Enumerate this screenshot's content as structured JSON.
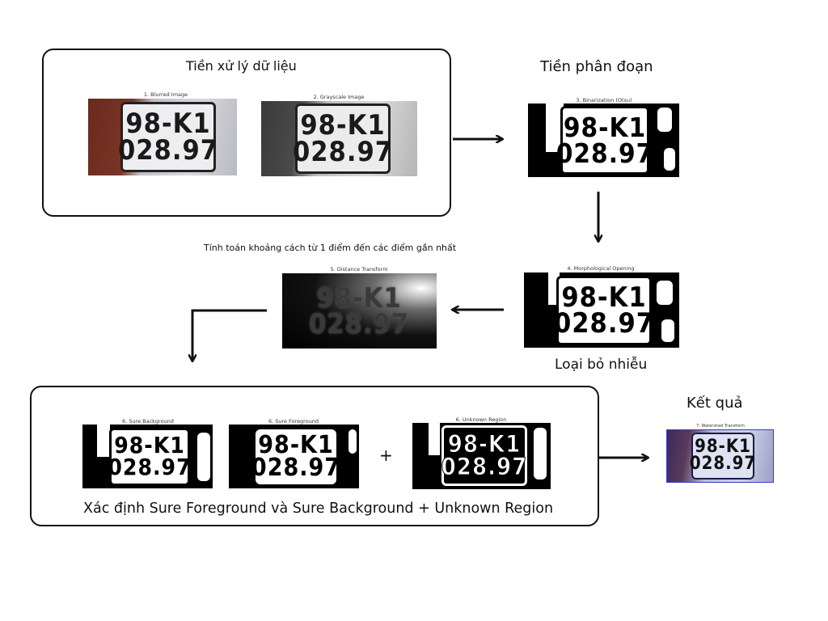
{
  "title_preprocess": "Tiền xử lý dữ liệu",
  "title_presegment": "Tiền phân đoạn",
  "label_distance": "Tính toán khoảng cách từ 1 điểm đến các điểm gần nhất",
  "label_noise": "Loại bỏ nhiễu",
  "label_result": "Kết quả",
  "label_sure": "Xác định Sure Foreground và Sure Background + Unknown Region",
  "plus_sign": "+",
  "plate": {
    "line1": "98-K1",
    "line2": "028.97"
  },
  "captions": {
    "blurred": "1. Blurred Image",
    "grayscale": "2. Grayscale Image",
    "binarization": "3. Binarization (Otsu)",
    "opening": "4. Morphological Opening",
    "distance": "5. Distance Transform",
    "sure_bg": "6. Sure Background",
    "sure_fg": "6. Sure Foreground",
    "unknown": "6. Unknown Region",
    "watershed": "7. Watershed Transform"
  }
}
